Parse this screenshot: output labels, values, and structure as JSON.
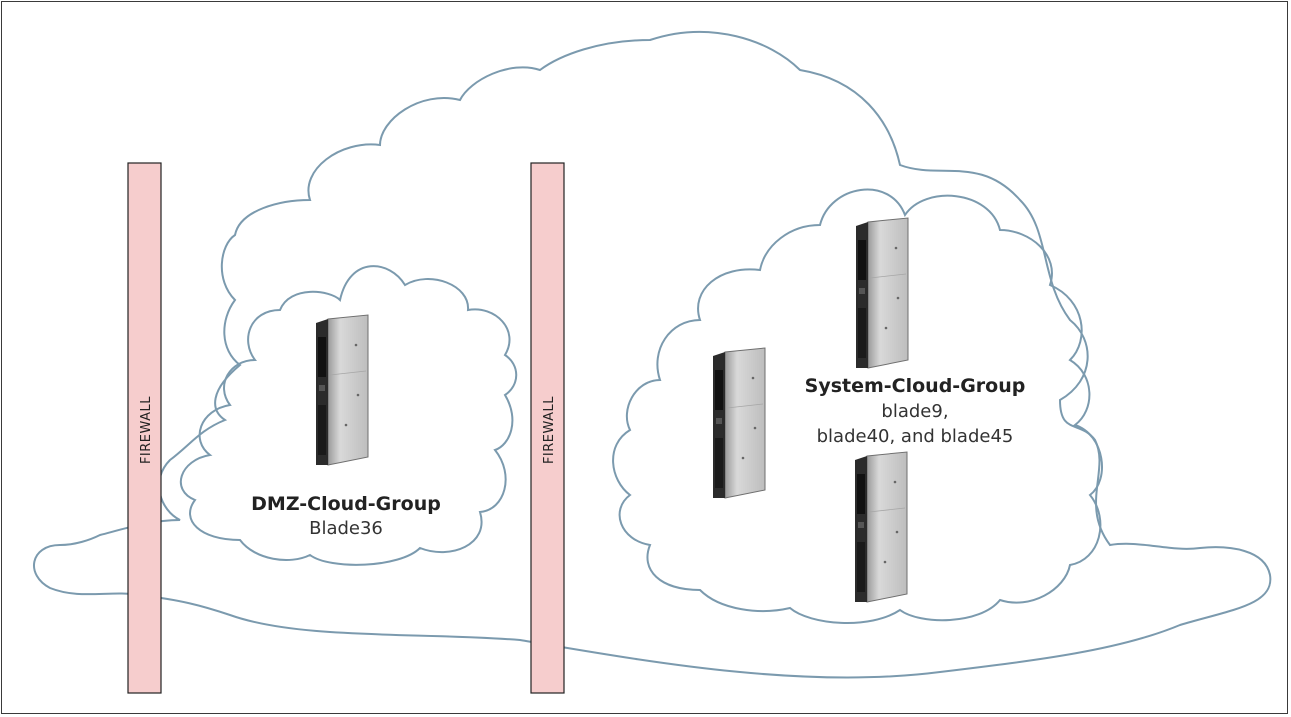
{
  "firewalls": [
    {
      "label": "FIREWALL"
    },
    {
      "label": "FIREWALL"
    }
  ],
  "groups": {
    "dmz": {
      "title": "DMZ-Cloud-Group",
      "members": "Blade36"
    },
    "system": {
      "title": "System-Cloud-Group",
      "members_line1": "blade9,",
      "members_line2": "blade40, and blade45"
    }
  },
  "colors": {
    "cloud_stroke": "#7b9aae",
    "firewall_fill": "#f6cdcd",
    "firewall_stroke": "#222222",
    "blade_body": "#c9c9c9",
    "blade_front": "#2b2b2b"
  },
  "icons": [
    "blade-server-icon"
  ]
}
